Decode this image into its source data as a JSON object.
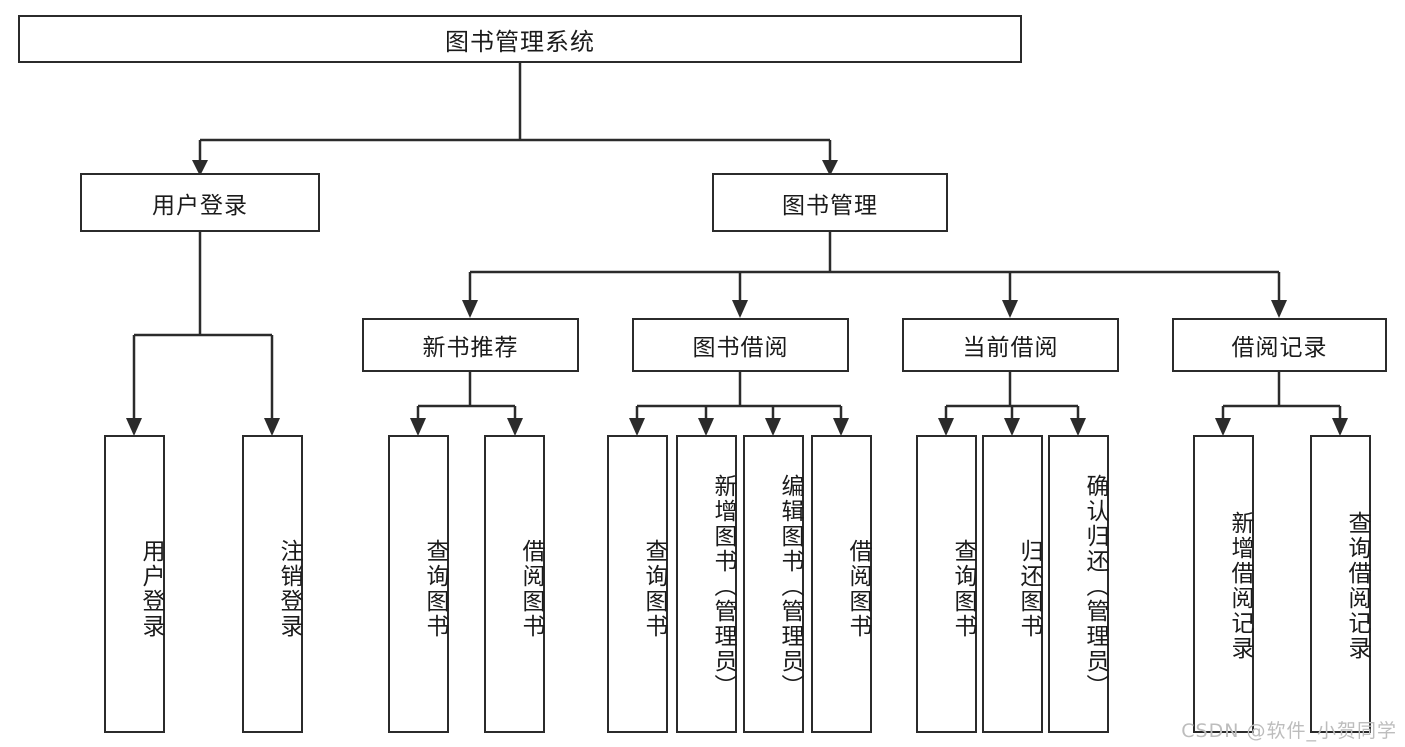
{
  "diagram": {
    "title": "图书管理系统",
    "type": "tree-hierarchy-chart",
    "watermark": "CSDN @软件_小贺同学",
    "colors": {
      "stroke": "#2b2b2b",
      "fill": "#ffffff",
      "text": "#1b1b1b",
      "watermark": "#bdbdbd"
    },
    "root": {
      "label": "图书管理系统"
    },
    "level2": [
      {
        "id": "user-login",
        "label": "用户登录"
      },
      {
        "id": "book-manage",
        "label": "图书管理"
      }
    ],
    "level3": [
      {
        "id": "new-book-recommend",
        "label": "新书推荐"
      },
      {
        "id": "book-borrow",
        "label": "图书借阅"
      },
      {
        "id": "current-borrow",
        "label": "当前借阅"
      },
      {
        "id": "borrow-record",
        "label": "借阅记录"
      }
    ],
    "leaves": {
      "user_login": [
        {
          "id": "leaf-user-login",
          "label": "用户登录"
        },
        {
          "id": "leaf-logout-login",
          "label": "注销登录"
        }
      ],
      "new_book_recommend": [
        {
          "id": "leaf-query-book-1",
          "label": "查询图书"
        },
        {
          "id": "leaf-borrow-book-1",
          "label": "借阅图书"
        }
      ],
      "book_borrow": [
        {
          "id": "leaf-query-book-2",
          "label": "查询图书"
        },
        {
          "id": "leaf-add-book-admin",
          "label": "新增图书（管理员）"
        },
        {
          "id": "leaf-edit-book-admin",
          "label": "编辑图书（管理员）"
        },
        {
          "id": "leaf-borrow-book-2",
          "label": "借阅图书"
        }
      ],
      "current_borrow": [
        {
          "id": "leaf-query-book-3",
          "label": "查询图书"
        },
        {
          "id": "leaf-return-book",
          "label": "归还图书"
        },
        {
          "id": "leaf-confirm-return-admin",
          "label": "确认归还（管理员）"
        }
      ],
      "borrow_record": [
        {
          "id": "leaf-add-borrow-record",
          "label": "新增借阅记录"
        },
        {
          "id": "leaf-query-borrow-record",
          "label": "查询借阅记录"
        }
      ]
    }
  }
}
